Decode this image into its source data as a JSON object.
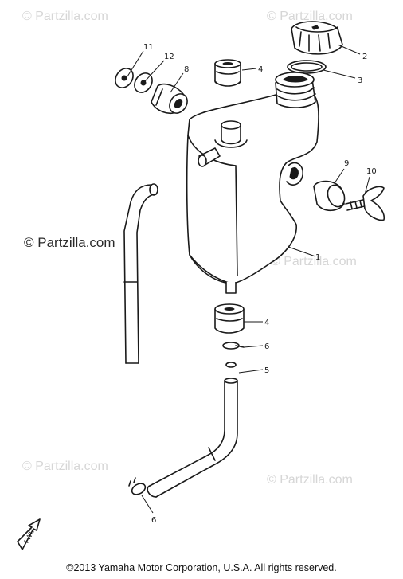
{
  "watermarks": {
    "light": "© Partzilla.com",
    "main": "© Partzilla.com"
  },
  "callouts": [
    "1",
    "2",
    "3",
    "4",
    "4",
    "5",
    "6",
    "6",
    "8",
    "9",
    "10",
    "11",
    "12"
  ],
  "fwd_label": "FWD",
  "copyright": "©2013 Yamaha Motor Corporation, U.S.A. All rights reserved."
}
